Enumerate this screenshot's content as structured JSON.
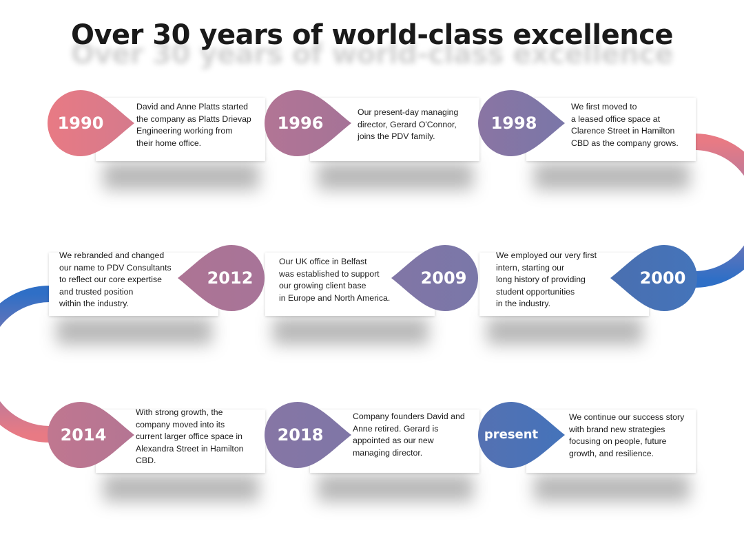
{
  "title": "Over 30 years of world-class excellence",
  "colors": {
    "pink": "#e87a84",
    "mauve": "#a57397",
    "purple": "#8376a4",
    "blue": "#4372b8",
    "title": "#1a1a1a"
  },
  "milestones": [
    {
      "year": "1990",
      "text": "David and Anne Platts started\nthe company as Platts Drievap\nEngineering  working from\ntheir home office."
    },
    {
      "year": "1996",
      "text": "Our present-day managing\ndirector, Gerard O'Connor,\njoins the PDV family."
    },
    {
      "year": "1998",
      "text": "We first moved to\na leased office space at\nClarence Street in Hamilton\nCBD as the company grows."
    },
    {
      "year": "2000",
      "text": "We employed our very first\nintern, starting our\nlong history of providing\nstudent opportunities\nin the industry."
    },
    {
      "year": "2009",
      "text": "Our UK office in Belfast\nwas established to support\nour growing client base\nin Europe and North America."
    },
    {
      "year": "2012",
      "text": "We rebranded and changed\nour name to PDV Consultants\nto reflect our core expertise\nand trusted position\nwithin the industry."
    },
    {
      "year": "2014",
      "text": "With strong growth, the\ncompany moved into its\ncurrent larger office space in\nAlexandra Street in Hamilton\nCBD."
    },
    {
      "year": "2018",
      "text": "Company founders David and\nAnne retired. Gerard is\nappointed as our new\nmanaging director."
    },
    {
      "year": "present",
      "text": "We continue our success story\nwith brand new strategies\nfocusing on people, future\ngrowth, and resilience."
    }
  ]
}
